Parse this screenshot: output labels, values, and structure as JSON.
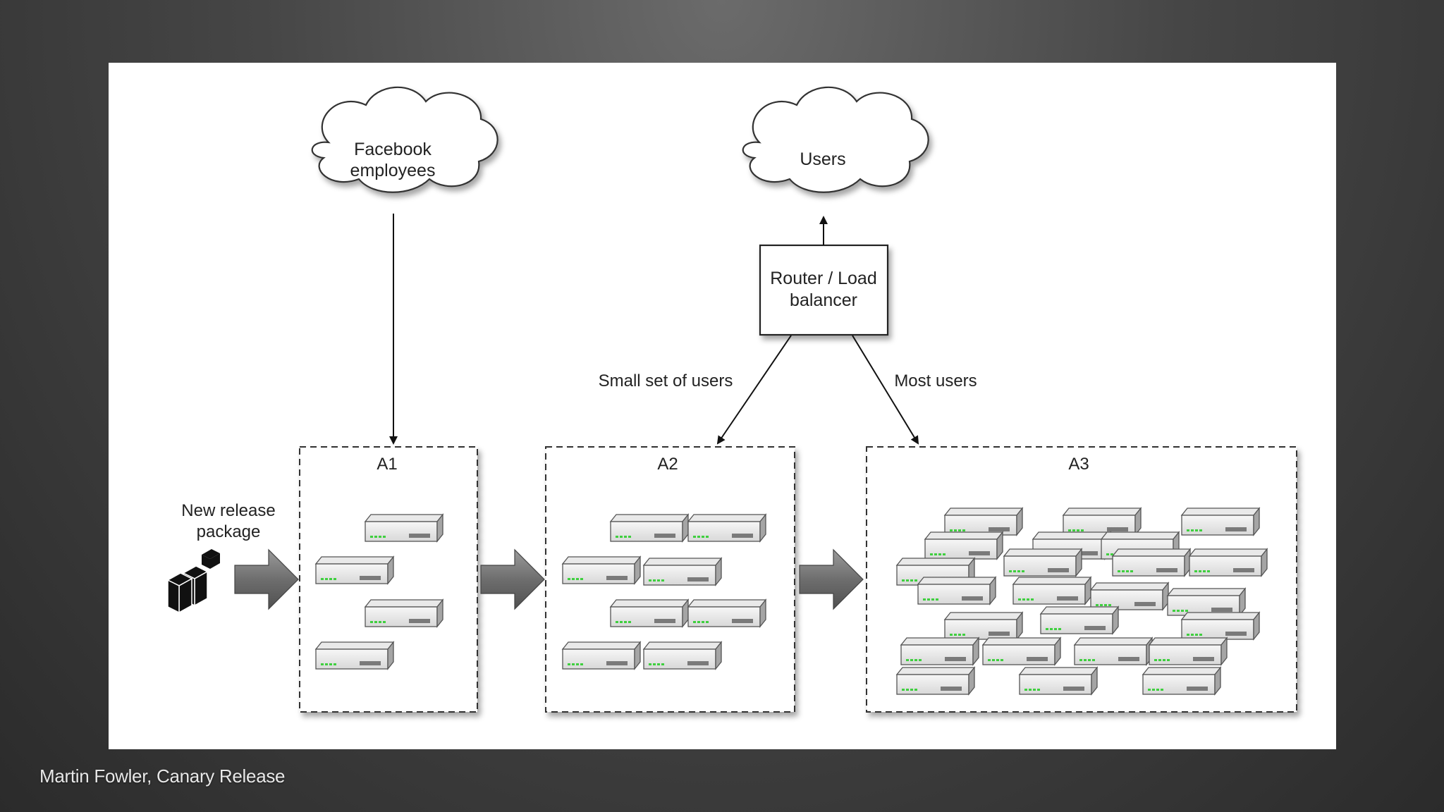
{
  "diagram": {
    "clouds": {
      "facebook_employees": [
        "Facebook",
        "employees"
      ],
      "users": "Users"
    },
    "router": [
      "Router / Load",
      "balancer"
    ],
    "edges": {
      "small_set": "Small set of users",
      "most_users": "Most users"
    },
    "release": [
      "New release",
      "package"
    ],
    "clusters": {
      "a1": "A1",
      "a2": "A2",
      "a3": "A3"
    }
  },
  "caption": "Martin Fowler, Canary Release",
  "colors": {
    "server_light": "#f2f2f2",
    "server_top": "#dcdcdc",
    "server_side": "#9a9a9a",
    "led_green": "#3fcf3f",
    "arrow_gray": "#707070"
  }
}
